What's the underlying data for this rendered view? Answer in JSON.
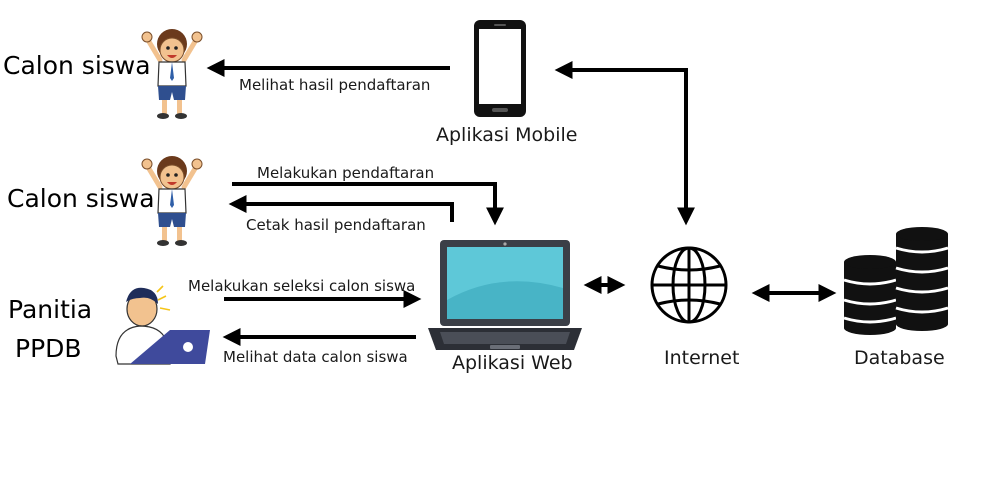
{
  "actors": {
    "student_top": "Calon siswa",
    "student_mid": "Calon siswa",
    "committee_line1": "Panitia",
    "committee_line2": "PPDB"
  },
  "edges": {
    "view_result": "Melihat hasil pendaftaran",
    "register": "Melakukan pendaftaran",
    "print_result": "Cetak hasil pendaftaran",
    "select": "Melakukan seleksi calon siswa",
    "view_data": "Melihat data calon siswa"
  },
  "nodes": {
    "mobile": "Aplikasi Mobile",
    "web": "Aplikasi Web",
    "internet": "Internet",
    "database": "Database"
  },
  "icons": {
    "student": "student-icon",
    "committee": "person-laptop-icon",
    "mobile": "smartphone-icon",
    "web": "laptop-icon",
    "internet": "globe-icon",
    "database": "database-icon"
  },
  "colors": {
    "arrow": "#000000",
    "screen": "#5ec8d8",
    "laptop_body": "#3b3f47",
    "skin": "#f2c28f",
    "shirt": "#ffffff",
    "pants": "#2f4f8f"
  }
}
